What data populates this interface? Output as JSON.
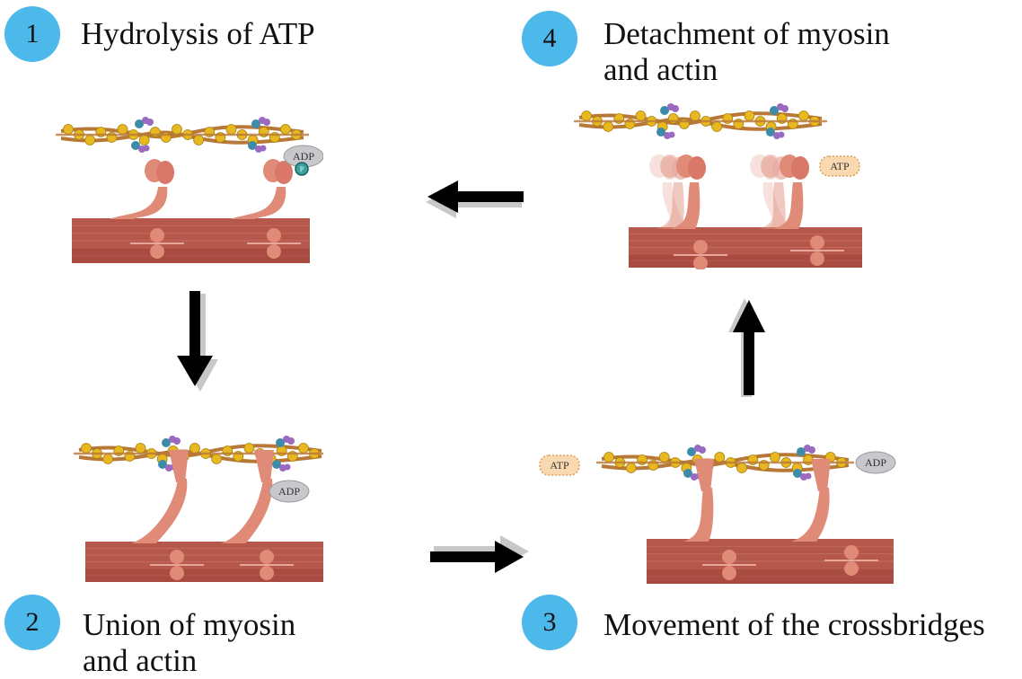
{
  "title": "Cross-bridge cycle of muscle contraction",
  "colors": {
    "badge": "#4db8ea",
    "thick_filament": "#b5574a",
    "myosin_head": "#e08a78",
    "actin_bead": "#e8b820",
    "actin_strand": "#b87838",
    "tropomyosin_blue": "#3d8ba8",
    "troponin_purple": "#9a6ac0",
    "adp_bubble": "#c8c8cc",
    "atp_bubble": "#fbd9b0",
    "arrow": "#000000"
  },
  "steps": [
    {
      "number": "1",
      "label_lines": [
        "Hydrolysis of ATP"
      ],
      "molecules": [
        "ADP",
        "P"
      ]
    },
    {
      "number": "2",
      "label_lines": [
        "Union of myosin",
        "and actin"
      ],
      "molecules": [
        "ADP"
      ]
    },
    {
      "number": "3",
      "label_lines": [
        "Movement of the crossbridges"
      ],
      "molecules": [
        "ATP",
        "ADP"
      ]
    },
    {
      "number": "4",
      "label_lines": [
        "Detachment of myosin",
        "and actin"
      ],
      "molecules": [
        "ATP"
      ]
    }
  ],
  "arrows": [
    {
      "from": "1",
      "to": "2",
      "direction": "down"
    },
    {
      "from": "2",
      "to": "3",
      "direction": "right"
    },
    {
      "from": "3",
      "to": "4",
      "direction": "up"
    },
    {
      "from": "4",
      "to": "1",
      "direction": "left"
    }
  ]
}
